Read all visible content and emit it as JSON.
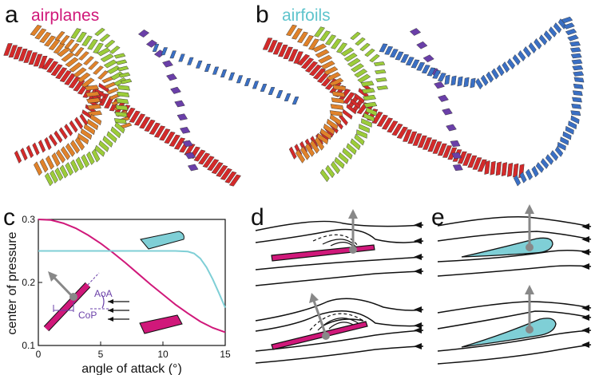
{
  "panels": {
    "a": {
      "letter": "a",
      "title": "airplanes",
      "title_color": "#d0187a"
    },
    "b": {
      "letter": "b",
      "title": "airfoils",
      "title_color": "#5fc4cc"
    },
    "c": {
      "letter": "c"
    },
    "d": {
      "letter": "d"
    },
    "e": {
      "letter": "e"
    }
  },
  "colors": {
    "red": "#d42a2a",
    "orange": "#e0822a",
    "green": "#9ccc3a",
    "purple": "#6a3fa8",
    "blue": "#3a6fc4",
    "magenta": "#d0187a",
    "cyan": "#7fcfd6",
    "gray": "#888888"
  },
  "chart_data": {
    "type": "line",
    "xlabel": "angle of attack (°)",
    "ylabel": "center of pressure",
    "xlim": [
      0,
      15
    ],
    "ylim": [
      0.1,
      0.3
    ],
    "xticks": [
      0,
      5,
      10,
      15
    ],
    "yticks": [
      0.1,
      0.2,
      0.3
    ],
    "series": [
      {
        "color": "#d0187a",
        "x": [
          0,
          1,
          2,
          3,
          4,
          5,
          6,
          7,
          8,
          9,
          10,
          11,
          12,
          13,
          14,
          15
        ],
        "values": [
          0.3,
          0.299,
          0.294,
          0.286,
          0.275,
          0.262,
          0.247,
          0.231,
          0.214,
          0.197,
          0.181,
          0.165,
          0.151,
          0.138,
          0.128,
          0.121
        ]
      },
      {
        "color": "#7fcfd6",
        "x": [
          0,
          2,
          4,
          6,
          8,
          10,
          11,
          12,
          12.5,
          13,
          13.5,
          14,
          14.5,
          15
        ],
        "values": [
          0.25,
          0.25,
          0.25,
          0.25,
          0.25,
          0.25,
          0.25,
          0.249,
          0.246,
          0.238,
          0.224,
          0.205,
          0.183,
          0.16
        ]
      }
    ],
    "annotations": {
      "aoa": "AoA",
      "cop": "CoP"
    }
  }
}
